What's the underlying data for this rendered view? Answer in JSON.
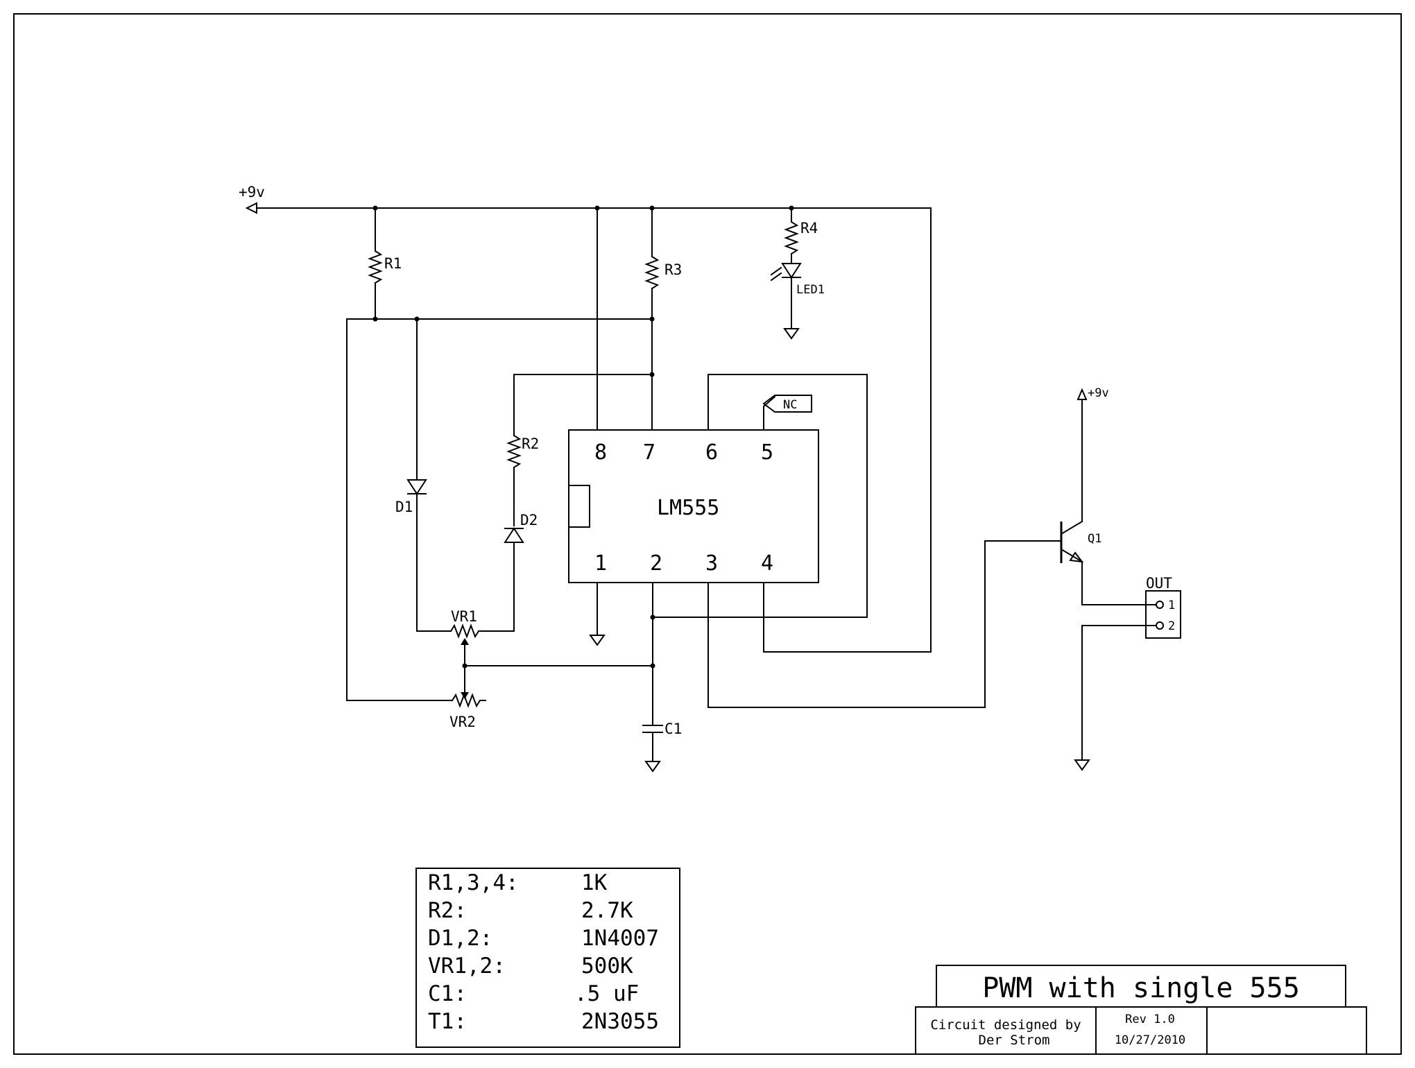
{
  "schematic": {
    "supply_label": "+9v",
    "supply_label_q1": "+9v",
    "ic": {
      "name": "LM555",
      "pins_top": [
        "8",
        "7",
        "6",
        "5"
      ],
      "pins_bottom": [
        "1",
        "2",
        "3",
        "4"
      ],
      "nc_label": "NC"
    },
    "components": {
      "r1": "R1",
      "r2": "R2",
      "r3": "R3",
      "r4": "R4",
      "led1": "LED1",
      "d1": "D1",
      "d2": "D2",
      "vr1": "VR1",
      "vr2": "VR2",
      "c1": "C1",
      "q1": "Q1"
    },
    "connector": {
      "label": "OUT",
      "pins": [
        "1",
        "2"
      ]
    }
  },
  "bom": [
    {
      "ref": "R1,3,4:",
      "value": "1K"
    },
    {
      "ref": "R2:",
      "value": "2.7K"
    },
    {
      "ref": "D1,2:",
      "value": "1N4007"
    },
    {
      "ref": "VR1,2:",
      "value": "500K"
    },
    {
      "ref": "C1:",
      "value": ".5 uF"
    },
    {
      "ref": "T1:",
      "value": "2N3055"
    }
  ],
  "title_block": {
    "title": "PWM with single 555",
    "designed_line1": "Circuit designed by",
    "designed_line2": "Der Strom",
    "rev": "Rev 1.0",
    "date": "10/27/2010"
  }
}
